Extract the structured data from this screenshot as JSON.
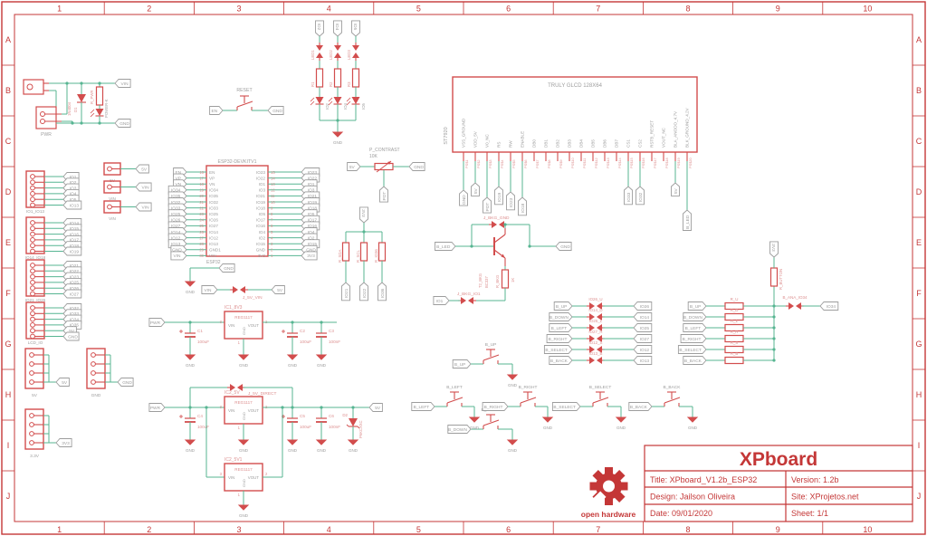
{
  "colors": {
    "accent": "#c43737",
    "component": "#d24d4d",
    "soft": "#dd9090",
    "wire": "#57b592",
    "flag": "#9d9d9d"
  },
  "frame": {
    "columns": [
      "1",
      "2",
      "3",
      "4",
      "5",
      "6",
      "7",
      "8",
      "9",
      "10"
    ],
    "rows": [
      "A",
      "B",
      "C",
      "D",
      "E",
      "F",
      "G",
      "H",
      "I",
      "J"
    ]
  },
  "title_block": {
    "product": "XPboard",
    "title": "Title: XPboard_V1.2b_ESP32",
    "version": "Version: 1.2b",
    "design": "Design: Jailson Oliveira",
    "site": "Site: XProjetos.net",
    "date": "Date: 09/01/2020",
    "sheet": "Sheet: 1/1"
  },
  "logo": {
    "caption": "open hardware"
  },
  "gnd_text": "GND",
  "power_input": {
    "connector_label": "PWR",
    "diode_ref": "D1",
    "diode_value": "1N4004",
    "resistor_ref": "R_PWR",
    "led_ref": "POWER-K",
    "vin_flag": "VIN",
    "gnd_flag": "GND"
  },
  "reset": {
    "label": "RESET",
    "left_flag": "EN",
    "right_flag": "GND"
  },
  "led_block": {
    "columns": [
      {
        "flag": "IO2",
        "jumper": "LED1",
        "resistor": "R1",
        "led": "IO2"
      },
      {
        "flag": "IO4",
        "jumper": "LED2",
        "resistor": "R2",
        "led": "IO4"
      },
      {
        "flag": "IO5",
        "jumper": "LED3",
        "resistor": "R3",
        "led": "IO5"
      }
    ]
  },
  "glcd": {
    "title": "TRULY GLCD 128X64",
    "controller": "ST7920",
    "pins": [
      {
        "num": "PS$1",
        "name": "VSS_GROUND",
        "flag": "GND"
      },
      {
        "num": "PS$2",
        "name": "VDD_5V",
        "flag": "5V"
      },
      {
        "num": "PS$3",
        "name": "V0_NC",
        "flag": "POT"
      },
      {
        "num": "PS$4",
        "name": "RS",
        "flag": "IO19"
      },
      {
        "num": "PS$5",
        "name": "RW",
        "flag": "IO23"
      },
      {
        "num": "PS$6",
        "name": "ENABLE",
        "flag": "IO18"
      },
      {
        "num": "PS$7",
        "name": "DB0"
      },
      {
        "num": "PS$8",
        "name": "DB1"
      },
      {
        "num": "PS$9",
        "name": "DB2"
      },
      {
        "num": "PS$10",
        "name": "DB3"
      },
      {
        "num": "PS$11",
        "name": "DB4"
      },
      {
        "num": "PS$12",
        "name": "DB5"
      },
      {
        "num": "PS$13",
        "name": "DB6"
      },
      {
        "num": "PS$14",
        "name": "DB7"
      },
      {
        "num": "PS$15",
        "name": "CS1",
        "flag": "IO33"
      },
      {
        "num": "PS$16",
        "name": "CS2",
        "flag": "IO32"
      },
      {
        "num": "PS$17",
        "name": "RSTB_RESET"
      },
      {
        "num": "PS$18",
        "name": "VOUT_NC"
      },
      {
        "num": "PS$19",
        "name": "BLA_ANODO_4.7V",
        "flag": "5V"
      },
      {
        "num": "PS$20",
        "name": "BLK_GROUND_4.2V",
        "flag": "B_LED"
      }
    ]
  },
  "esp32": {
    "title": "ESP32-DEVKITV1",
    "caption": "ESP32",
    "gnd_flag": "GND",
    "left": [
      {
        "num": "16",
        "name": "EN",
        "flag": "EN"
      },
      {
        "num": "17",
        "name": "VP",
        "flag": "VP"
      },
      {
        "num": "18",
        "name": "VN",
        "flag": "VN"
      },
      {
        "num": "19",
        "name": "IO34",
        "flag": "IO34"
      },
      {
        "num": "20",
        "name": "IO35",
        "flag": "IO35"
      },
      {
        "num": "21",
        "name": "IO32",
        "flag": "IO32"
      },
      {
        "num": "22",
        "name": "IO33",
        "flag": "IO33"
      },
      {
        "num": "23",
        "name": "IO25",
        "flag": "IO25"
      },
      {
        "num": "24",
        "name": "IO26",
        "flag": "IO26"
      },
      {
        "num": "25",
        "name": "IO27",
        "flag": "IO27"
      },
      {
        "num": "26",
        "name": "IO14",
        "flag": "IO14"
      },
      {
        "num": "27",
        "name": "IO12",
        "flag": "IO12"
      },
      {
        "num": "28",
        "name": "IO13",
        "flag": "IO13"
      },
      {
        "num": "29",
        "name": "GND1",
        "flag": "GND"
      },
      {
        "num": "30",
        "name": "VIN",
        "flag": "VIN"
      }
    ],
    "right": [
      {
        "num": "15",
        "name": "IO23",
        "flag": "IO23"
      },
      {
        "num": "14",
        "name": "IO22",
        "flag": "IO22"
      },
      {
        "num": "13",
        "name": "IO1",
        "flag": "IO1"
      },
      {
        "num": "12",
        "name": "IO3",
        "flag": "IO3"
      },
      {
        "num": "11",
        "name": "IO21",
        "flag": "IO21"
      },
      {
        "num": "10",
        "name": "IO19",
        "flag": "IO19"
      },
      {
        "num": "9",
        "name": "IO18",
        "flag": "IO18"
      },
      {
        "num": "8",
        "name": "IO5",
        "flag": "IO5"
      },
      {
        "num": "7",
        "name": "IO17",
        "flag": "IO17"
      },
      {
        "num": "6",
        "name": "IO16",
        "flag": "IO16"
      },
      {
        "num": "5",
        "name": "IO4",
        "flag": "IO4"
      },
      {
        "num": "4",
        "name": "IO2",
        "flag": "IO2"
      },
      {
        "num": "3",
        "name": "IO15",
        "flag": "IO15"
      },
      {
        "num": "2",
        "name": "GND",
        "flag": "GND"
      },
      {
        "num": "1",
        "name": "3V3",
        "flag": "3V3"
      }
    ]
  },
  "jumper_5v_vin": {
    "label": "J_5V_VIN",
    "left_flag": "VIN",
    "right_flag": "5V"
  },
  "io_headers": [
    {
      "name": "IO1_IO13",
      "flags": [
        "IO1",
        "IO2",
        "IO3",
        "IO4",
        "IO5",
        "IO13"
      ]
    },
    {
      "name": "IO14_IO18",
      "flags": [
        "IO14",
        "IO15",
        "IO16",
        "IO17",
        "IO18",
        "IO19"
      ]
    },
    {
      "name": "IO21_IO26",
      "flags": [
        "IO21",
        "IO22",
        "IO23",
        "IO25",
        "IO26",
        "IO27"
      ]
    },
    {
      "name": "LCD_IO",
      "flags": [
        "IO32",
        "IO33",
        "IO34",
        "IO35",
        "5V",
        "GND"
      ]
    }
  ],
  "aux_pins": [
    {
      "name": "5V",
      "flag": "5V"
    },
    {
      "name": "VIN",
      "flag": "VIN"
    },
    {
      "name": "VIN",
      "flag": "VIN"
    }
  ],
  "contrast": {
    "label": "P_CONTRAST",
    "value": "10K",
    "left_flag": "5V",
    "right_flag": "GND",
    "wiper_flag": "POT"
  },
  "pullups": {
    "top_flag": "3V3",
    "items": [
      {
        "ref": "R_SDA",
        "flag": "IO21"
      },
      {
        "ref": "R_SCL",
        "flag": "IO22"
      },
      {
        "ref": "R_IO36",
        "flag": "IO36"
      }
    ]
  },
  "backlight": {
    "top_jumper": "J_BKG_GND",
    "left_flag": "B_LED",
    "right_flag": "GND",
    "transistor_ref": "T2_BKG",
    "transistor_value": "BC337",
    "resistor_ref": "R_BKG",
    "resistor_value": "1K",
    "bottom_jumper": "J_BKG_IO1",
    "io_flag": "IO1"
  },
  "regulators": {
    "chip_value": "REG1117",
    "pin_vin": "VIN",
    "pin_vout": "VOUT",
    "pin_gnd": "GND",
    "num_in": "3",
    "num_out": "2",
    "num_gnd": "1",
    "rows": [
      {
        "ref": "IC1_8V3",
        "input_flag": "PWR",
        "caps": [
          {
            "ref": "C1",
            "value": "100uF"
          },
          {
            "ref": "C2",
            "value": "100uF"
          },
          {
            "ref": "C3",
            "value": "100nF"
          }
        ]
      },
      {
        "ref": "IC2_5V",
        "input_flag": "PWR",
        "output_flag": "5V",
        "jumper": "J_5V_DIRECT",
        "diode_ref": "D2",
        "diode_value": "P6KCXXC",
        "caps": [
          {
            "ref": "C4",
            "value": "100uF"
          },
          {
            "ref": "C5",
            "value": "100uF"
          },
          {
            "ref": "C6",
            "value": "100nF"
          }
        ]
      },
      {
        "ref": "IC2_5V1"
      }
    ]
  },
  "buttons": [
    {
      "label": "B_UP",
      "flag": "B_UP"
    },
    {
      "label": "B_DOWN",
      "flag": "B_DOWN"
    },
    {
      "label": "B_LEFT",
      "flag": "B_LEFT"
    },
    {
      "label": "B_RIGHT",
      "flag": "B_RIGHT"
    },
    {
      "label": "B_SELECT",
      "flag": "B_SELECT"
    },
    {
      "label": "B_BACK",
      "flag": "B_BACK"
    }
  ],
  "jumper_map": [
    {
      "flag": "B_UP",
      "jumper": "IO26_U",
      "io": "IO26"
    },
    {
      "flag": "B_DOWN",
      "jumper": "IO14_D",
      "io": "IO14"
    },
    {
      "flag": "B_LEFT",
      "jumper": "IO25_L",
      "io": "IO25"
    },
    {
      "flag": "B_RIGHT",
      "jumper": "IO27_R",
      "io": "IO27"
    },
    {
      "flag": "B_SELECT",
      "jumper": "IO12_S",
      "io": "IO12"
    },
    {
      "flag": "B_BACK",
      "jumper": "IO13_B",
      "io": "IO13"
    }
  ],
  "ladder": {
    "top_flag": "3V3",
    "pullup_ref": "R_BUTTON",
    "jumper": "B_ANA_IO34",
    "io_flag": "IO34",
    "rows": [
      {
        "flag": "B_UP",
        "ref": "R_U"
      },
      {
        "flag": "B_DOWN",
        "ref": "R_D"
      },
      {
        "flag": "B_LEFT",
        "ref": "R_L"
      },
      {
        "flag": "B_RIGHT",
        "ref": "R_R"
      },
      {
        "flag": "B_SELECT",
        "ref": "R_S"
      },
      {
        "flag": "B_BACK",
        "ref": "R_B"
      }
    ]
  },
  "power_headers": [
    {
      "name": "5V",
      "flag": "5V"
    },
    {
      "name": "GND",
      "flag": "GND"
    },
    {
      "name": "3.3V",
      "flag": "3V3"
    }
  ]
}
